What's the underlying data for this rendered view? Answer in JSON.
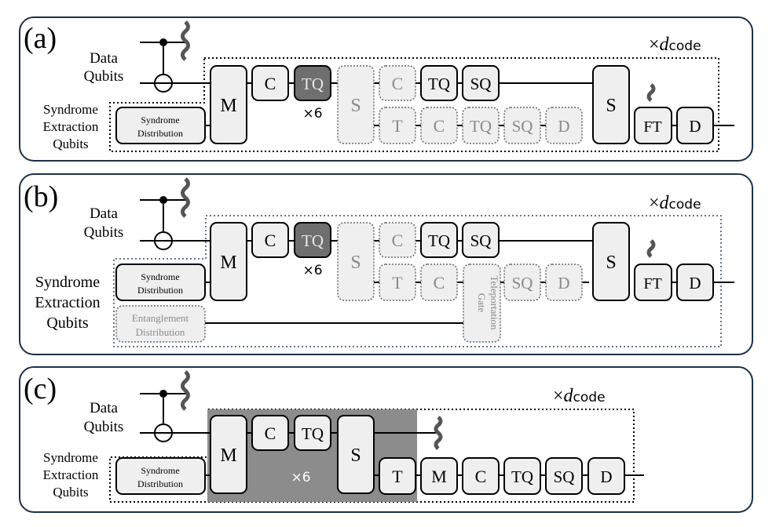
{
  "panels": [
    {
      "id": "a",
      "label": "(a)",
      "repeat_prefix": "×",
      "repeat_var": "d",
      "repeat_sub": "code",
      "data_label": [
        "Data",
        "Qubits"
      ],
      "syndrome_label": [
        "Syndrome",
        "Extraction",
        "Qubits"
      ],
      "syndrome_box": [
        "Syndrome",
        "Distribution"
      ],
      "gates": {
        "m": "M",
        "c1": "C",
        "tq1": "TQ",
        "times6": "×6",
        "s1": "S",
        "c2": "C",
        "tq2": "TQ",
        "sq1": "SQ",
        "t": "T",
        "c3": "C",
        "tq3": "TQ",
        "sq2": "SQ",
        "d1": "D",
        "s2": "S",
        "ft": "FT",
        "d2": "D"
      }
    },
    {
      "id": "b",
      "label": "(b)",
      "repeat_prefix": "×",
      "repeat_var": "d",
      "repeat_sub": "code",
      "data_label": [
        "Data",
        "Qubits"
      ],
      "syndrome_label": [
        "Syndrome",
        "Extraction",
        "Qubits"
      ],
      "syndrome_box": [
        "Syndrome",
        "Distribution"
      ],
      "entangle_box": [
        "Entanglement",
        "Distribution"
      ],
      "gate_teleport": [
        "Gate",
        "Teleportation"
      ],
      "gates": {
        "m": "M",
        "c1": "C",
        "tq1": "TQ",
        "times6": "×6",
        "s1": "S",
        "c2": "C",
        "tq2": "TQ",
        "sq1": "SQ",
        "t": "T",
        "c3": "C",
        "sq2": "SQ",
        "d1": "D",
        "s2": "S",
        "ft": "FT",
        "d2": "D"
      }
    },
    {
      "id": "c",
      "label": "(c)",
      "repeat_prefix": "×",
      "repeat_var": "d",
      "repeat_sub": "code",
      "data_label": [
        "Data",
        "Qubits"
      ],
      "syndrome_label": [
        "Syndrome",
        "Extraction",
        "Qubits"
      ],
      "syndrome_box": [
        "Syndrome",
        "Distribution"
      ],
      "gates": {
        "m1": "M",
        "c1": "C",
        "tq1": "TQ",
        "s": "S",
        "times6": "×6",
        "t": "T",
        "m2": "M",
        "c2": "C",
        "tq2": "TQ",
        "sq": "SQ",
        "d": "D"
      }
    }
  ],
  "colors": {
    "frame": "#1f3144",
    "box_fill": "#efefef",
    "dark_fill": "#6f6f6f",
    "dark_text": "#e8e8e8",
    "faded_text": "#8a8a8a",
    "shaded_region": "#8c8c8c",
    "wiggle": "#555555"
  }
}
